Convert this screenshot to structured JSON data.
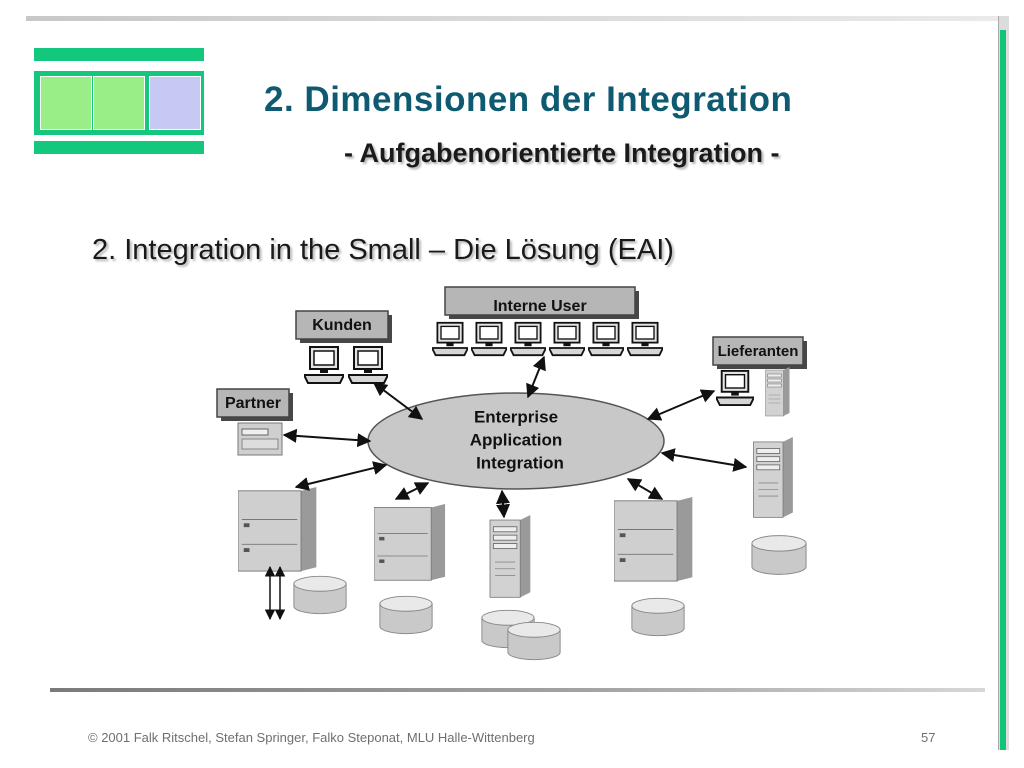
{
  "slide": {
    "title": "2. Dimensionen der Integration",
    "subtitle": "- Aufgabenorientierte Integration -",
    "point": "2. Integration in the Small – Die Lösung (EAI)",
    "footer_text": "© 2001 Falk Ritschel, Stefan Springer, Falko Steponat, MLU Halle-Wittenberg",
    "page_number": "57"
  },
  "diagram": {
    "center_lines": [
      "Enterprise",
      "Application",
      "Integration"
    ],
    "labels": {
      "interne_user": "Interne User",
      "kunden": "Kunden",
      "lieferanten": "Lieferanten",
      "partner": "Partner"
    }
  },
  "colors": {
    "accent_green": "#13c77d",
    "title_teal": "#0e5a70",
    "logo_cell_green": "#99ee88",
    "logo_cell_lavender": "#c8c8f4"
  }
}
